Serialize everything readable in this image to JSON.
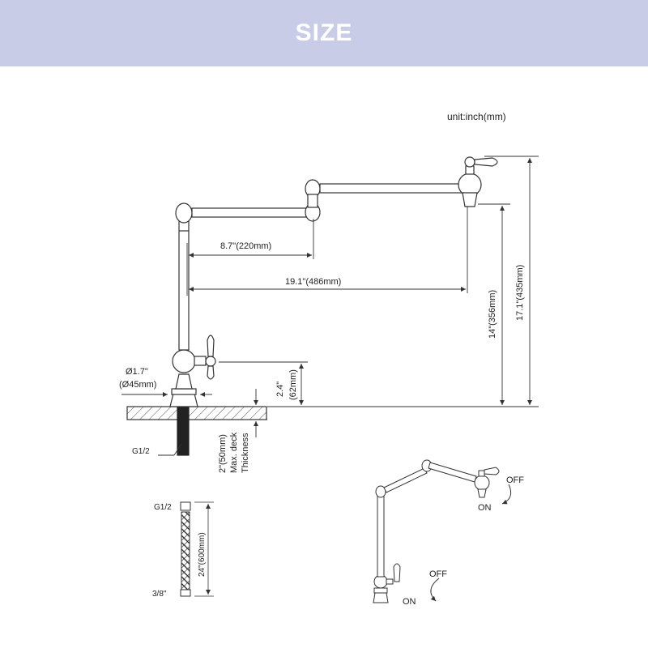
{
  "header": {
    "title": "SIZE",
    "background": "#c9cce6",
    "text_color": "#ffffff"
  },
  "unit_note": "unit:inch(mm)",
  "dimensions": {
    "spout_joint": "8.7\"(220mm)",
    "total_reach": "19.1\"(486mm)",
    "outlet_height": "14\"(356mm)",
    "total_height": "17.1\"(435mm)",
    "base_diameter_inch": "Ø1.7\"",
    "base_diameter_mm": "(Ø45mm)",
    "handle_height_inch": "2.4\"",
    "handle_height_mm": "(62mm)",
    "deck_line1": "2\"(50mm)",
    "deck_line2": "Max. deck",
    "deck_line3": "Thickness",
    "thread_label": "G1/2"
  },
  "hose": {
    "top_label": "G1/2",
    "bottom_label": "3/8\"",
    "length": "24\"(600mm)"
  },
  "operation": {
    "top_off": "OFF",
    "top_on": "ON",
    "bottom_off": "OFF",
    "bottom_on": "ON"
  }
}
